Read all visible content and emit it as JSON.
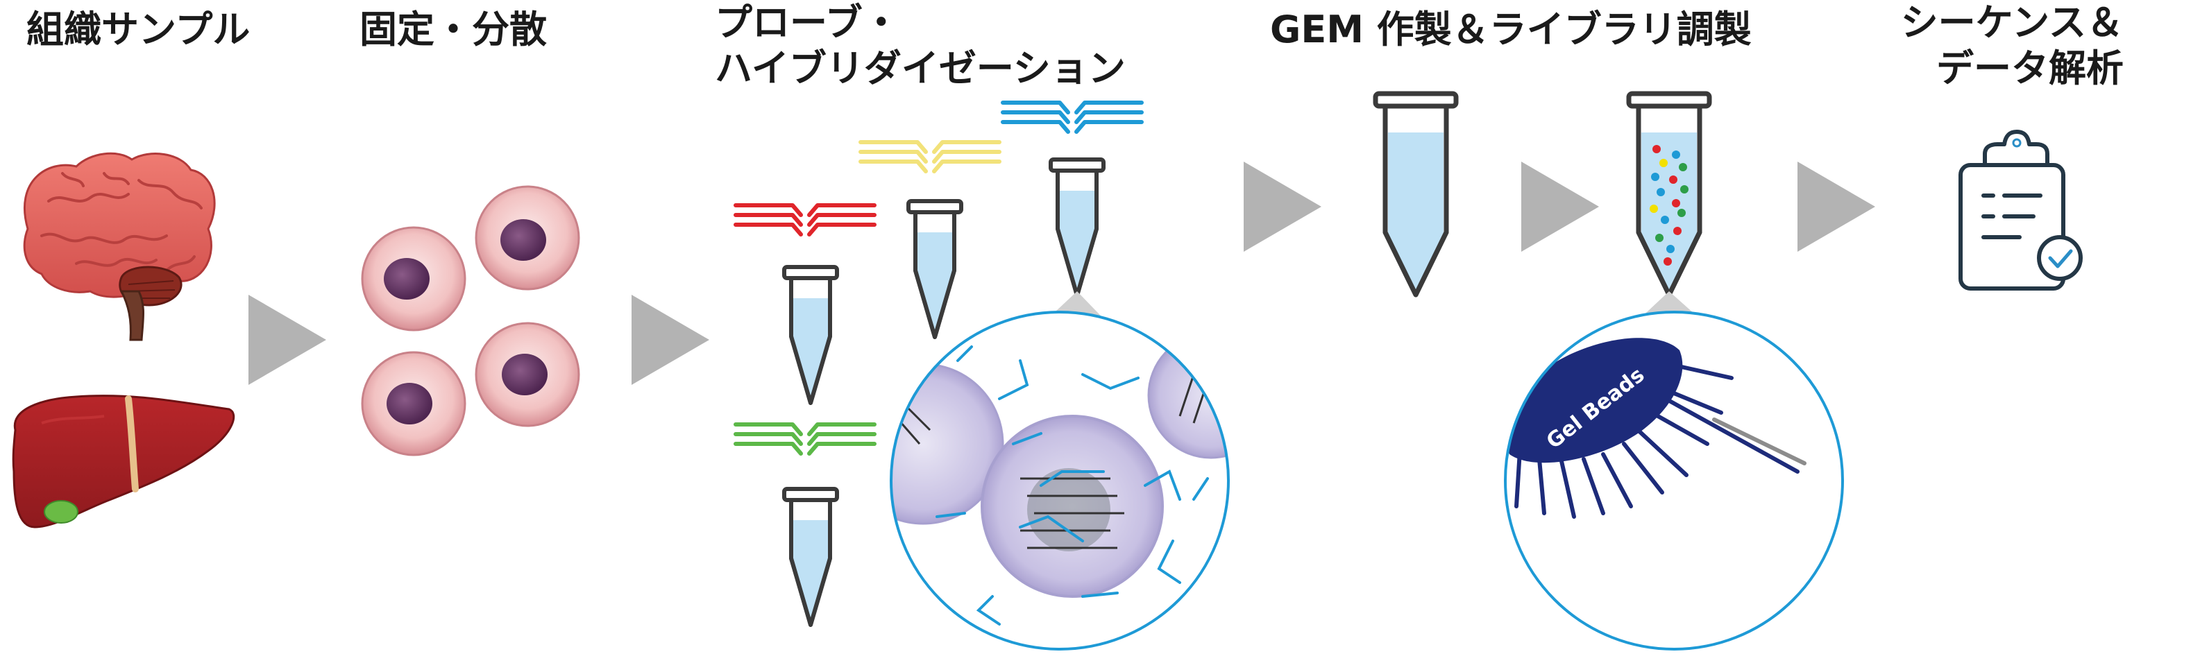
{
  "steps": {
    "tissue": {
      "label": "組織サンプル"
    },
    "fix": {
      "label": "固定・分散"
    },
    "probe": {
      "line1": "プローブ・",
      "line2": "ハイブリダイゼーション"
    },
    "gem": {
      "label": "GEM 作製＆ライブラリ調製"
    },
    "seq": {
      "line1": "シーケンス＆",
      "line2": "データ解析"
    }
  },
  "beads": {
    "label": "Gel Beads"
  },
  "colors": {
    "arrow": "#b3b3b3",
    "tube_fill": "#bfe1f5",
    "tube_stroke": "#3a3a3a",
    "probe_red": "#e0252b",
    "probe_yellow": "#f2e27a",
    "probe_green": "#5cb848",
    "probe_blue": "#1e9ad6",
    "circle_stroke": "#1e9ad6",
    "bead_fill": "#1d2b7a",
    "cell_body": "#f2c2c2",
    "cell_nucleus": "#6d3a6a",
    "brain": "#e3655e",
    "liver": "#a61e22",
    "clipboard": "#243746",
    "check_accent": "#2a8ec7"
  },
  "dots": [
    "#e0252b",
    "#1e9ad6",
    "#f2e000",
    "#2d9e48",
    "#1e9ad6",
    "#e0252b",
    "#2d9e48",
    "#1e9ad6",
    "#e0252b",
    "#f2e000",
    "#2d9e48",
    "#1e9ad6",
    "#e0252b",
    "#2d9e48",
    "#1e9ad6",
    "#e0252b"
  ]
}
